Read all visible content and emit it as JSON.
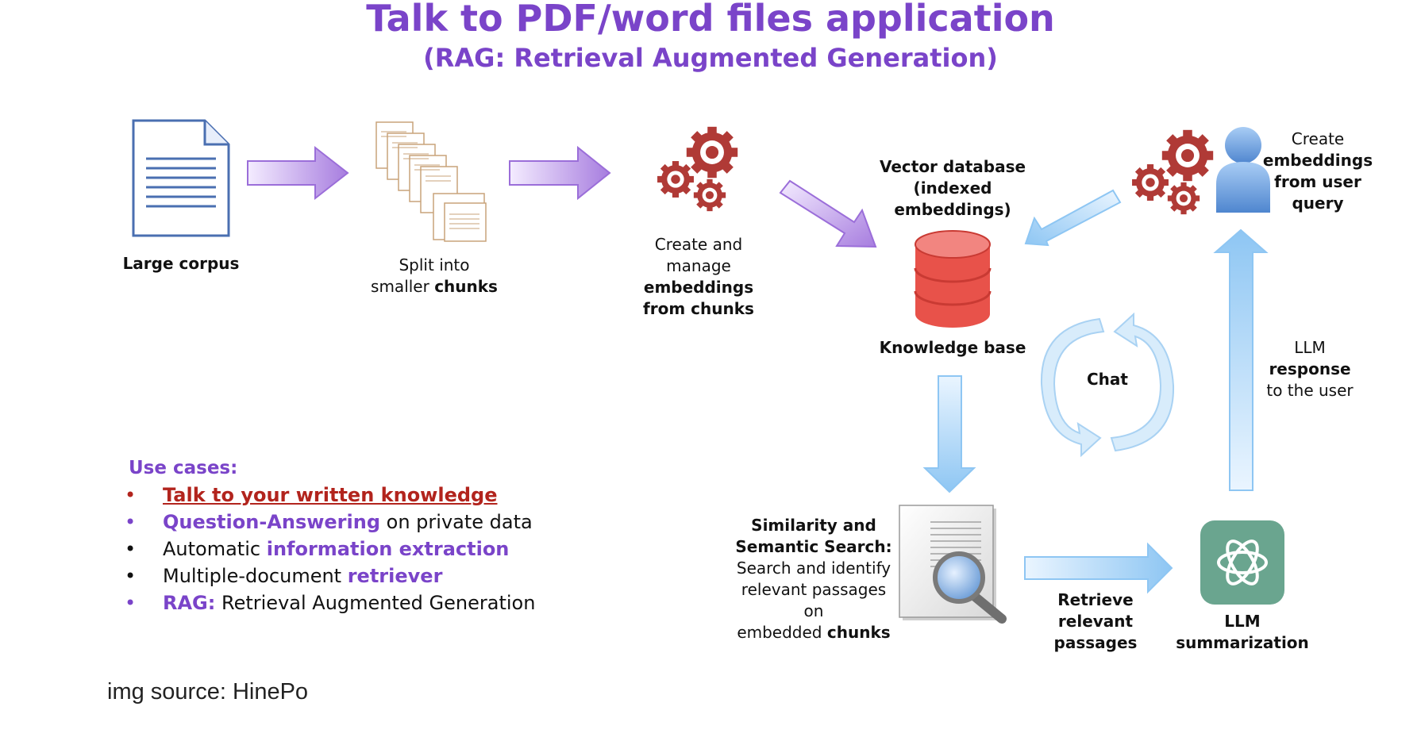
{
  "title": "Talk to PDF/word files application",
  "subtitle": "(RAG: Retrieval Augmented Generation)",
  "nodes": {
    "corpus": {
      "label": "Large corpus"
    },
    "chunks": {
      "line1": "Split into",
      "line2_prefix": "smaller ",
      "line2_bold": "chunks"
    },
    "embed_chunks": {
      "line1": "Create and",
      "line2": "manage",
      "line3": "embeddings",
      "line4": "from chunks"
    },
    "vector_db": {
      "line1": "Vector database",
      "line2": "(indexed",
      "line3": "embeddings)"
    },
    "knowledge_base": {
      "label": "Knowledge base"
    },
    "embed_query": {
      "line1": "Create",
      "line2": "embeddings",
      "line3": "from user",
      "line4": "query"
    },
    "chat": {
      "label": "Chat"
    },
    "llm_response": {
      "line1": "LLM",
      "line2": "response",
      "line3": "to the user"
    },
    "search": {
      "line1": "Similarity and",
      "line2": "Semantic Search:",
      "line3": "Search and identify",
      "line4": "relevant passages on",
      "line5_prefix": "embedded ",
      "line5_bold": "chunks"
    },
    "retrieve": {
      "line1": "Retrieve",
      "line2": "relevant",
      "line3": "passages"
    },
    "llm_summary": {
      "line1": "LLM",
      "line2": "summarization"
    }
  },
  "use_cases": {
    "heading": "Use cases:",
    "items": [
      {
        "bullet": "•",
        "highlight": "Talk to your written knowledge",
        "rest": ""
      },
      {
        "bullet": "•",
        "highlight": "Question-Answering",
        "rest": " on private data"
      },
      {
        "bullet": "•",
        "prefix": "Automatic ",
        "highlight": "information extraction"
      },
      {
        "bullet": "•",
        "prefix": "Multiple-document ",
        "highlight": "retriever"
      },
      {
        "bullet": "•",
        "highlight": "RAG:",
        "rest": " Retrieval Augmented Generation"
      }
    ]
  },
  "source": "img source: HinePo",
  "colors": {
    "title": "#7a44c9",
    "gear": "#b03a36",
    "db": "#e8524a",
    "link_red": "#b2241d",
    "arrow_purple": "#a77ddf",
    "arrow_blue": "#9fcdf4",
    "llm_logo": "#6aa58f"
  }
}
